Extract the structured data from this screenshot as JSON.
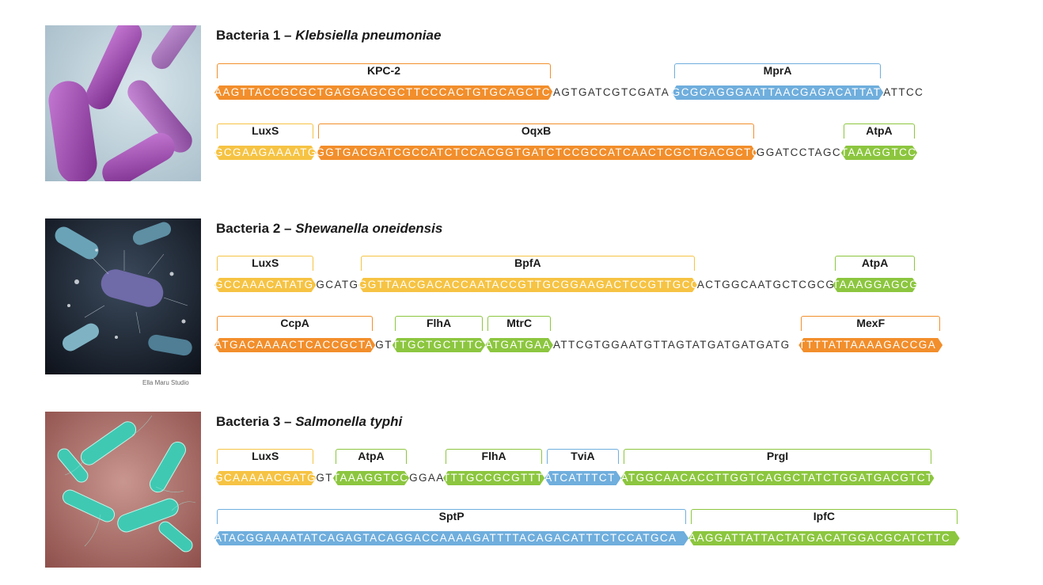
{
  "colors": {
    "orange": "#F28E2B",
    "blue": "#6FAEDD",
    "yellow": "#F6C343",
    "green": "#8CC63F"
  },
  "credit": "Ella Maru Studio",
  "bacteria": [
    {
      "title_prefix": "Bacteria 1 –",
      "species": "Klebsiella pneumoniae",
      "image": "klebsiella-pneumoniae-illustration",
      "rows": [
        [
          {
            "text": "AAGTTACCGCGCTGAGGAGCGCTTCCCACTGTGCAGCTCA",
            "gene": "KPC-2",
            "color": "orange"
          },
          {
            "text": "AGTGATCGTCGATA"
          },
          {
            "text": "GCGCAGGGAATTAACGAGACATTAT",
            "gene": "MprA",
            "color": "blue"
          },
          {
            "text": "ATTCC"
          }
        ],
        [
          {
            "text": "GCGAAGAAAATG",
            "gene": "LuxS",
            "color": "yellow"
          },
          {
            "text": "GGTGACGATCGCCATCTCCACGGTGATCTCCGCCATCAACTCGCTGACGCTC",
            "gene": "OqxB",
            "color": "orange"
          },
          {
            "text": "GGATCCTAGC"
          },
          {
            "text": "TAAAGGTCC",
            "gene": "AtpA",
            "color": "green"
          }
        ]
      ]
    },
    {
      "title_prefix": "Bacteria 2 –",
      "species": "Shewanella oneidensis",
      "image": "shewanella-oneidensis-illustration",
      "rows": [
        [
          {
            "text": "GCCAAACATATG",
            "gene": "LuxS",
            "color": "yellow"
          },
          {
            "text": "GCATG"
          },
          {
            "text": "GGTTAACGACACCAATACCGTTGCGGAAGACTCCGTTGCC",
            "gene": "BpfA",
            "color": "yellow"
          },
          {
            "text": "ACTGGCAATGCTCGCG"
          },
          {
            "text": "TAAAGGAGCG",
            "gene": "AtpA",
            "color": "green"
          }
        ],
        [
          {
            "text": "ATGACAAAACTCACCGCTA",
            "gene": "CcpA",
            "color": "orange"
          },
          {
            "text": "GT"
          },
          {
            "text": "TTGCTGCTTTC",
            "gene": "FlhA",
            "color": "green"
          },
          {
            "text": "ATGATGAA",
            "gene": "MtrC",
            "color": "green"
          },
          {
            "text": "ATTCGTGGAATGTTAGTATGATGATGATG"
          },
          {
            "text": "TTTTATTAAAAGACCGA",
            "gene": "MexF",
            "color": "orange"
          }
        ]
      ]
    },
    {
      "title_prefix": "Bacteria 3 –",
      "species": "Salmonella typhi",
      "image": "salmonella-typhi-illustration",
      "rows": [
        [
          {
            "text": "GCAAAAACGATG",
            "gene": "LuxS",
            "color": "yellow"
          },
          {
            "text": "GT"
          },
          {
            "text": "TAAAGGTCC",
            "gene": "AtpA",
            "color": "green"
          },
          {
            "text": "GGAA"
          },
          {
            "text": "TTTGCCGCGTTT",
            "gene": "FlhA",
            "color": "green"
          },
          {
            "text": "ATCATTTCT",
            "gene": "TviA",
            "color": "blue"
          },
          {
            "text": "ATGGCAACACCTTGGTCAGGCTATCTGGATGACGTCT",
            "gene": "PrgI",
            "color": "green"
          }
        ],
        [
          {
            "text": "ATACGGAAAATATCAGAGTACAGGACCAAAAGATTTTACAGACATTTCTCCATGCA",
            "gene": "SptP",
            "color": "blue"
          },
          {
            "text": "AAGGATTATTACTATGACATGGACGCATCTTC",
            "gene": "IpfC",
            "color": "green"
          }
        ]
      ]
    }
  ]
}
